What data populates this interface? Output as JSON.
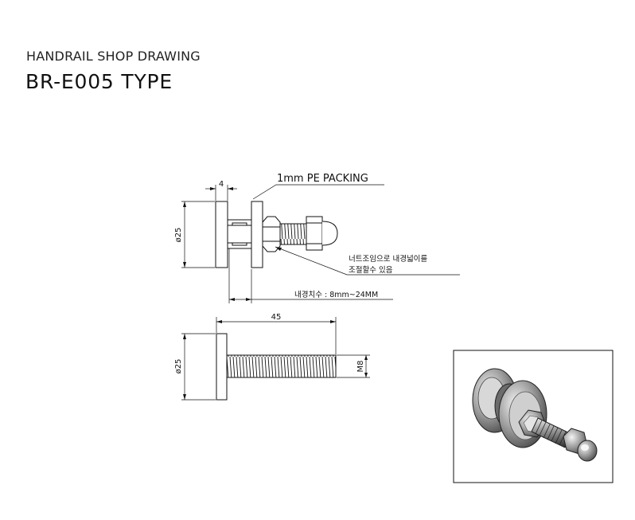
{
  "header": {
    "subtitle": "HANDRAIL SHOP DRAWING",
    "title": "BR-E005 TYPE"
  },
  "top_view": {
    "dim_thickness": "4",
    "dim_diameter": "ø25",
    "packing_label": "1mm PE PACKING",
    "note_line1": "너트조임으로 내경넓이를",
    "note_line2": "조절할수 있음",
    "range_label": "내경치수 : 8mm~24MM"
  },
  "bottom_view": {
    "dim_length": "45",
    "dim_diameter": "ø25",
    "dim_thread": "M8"
  }
}
